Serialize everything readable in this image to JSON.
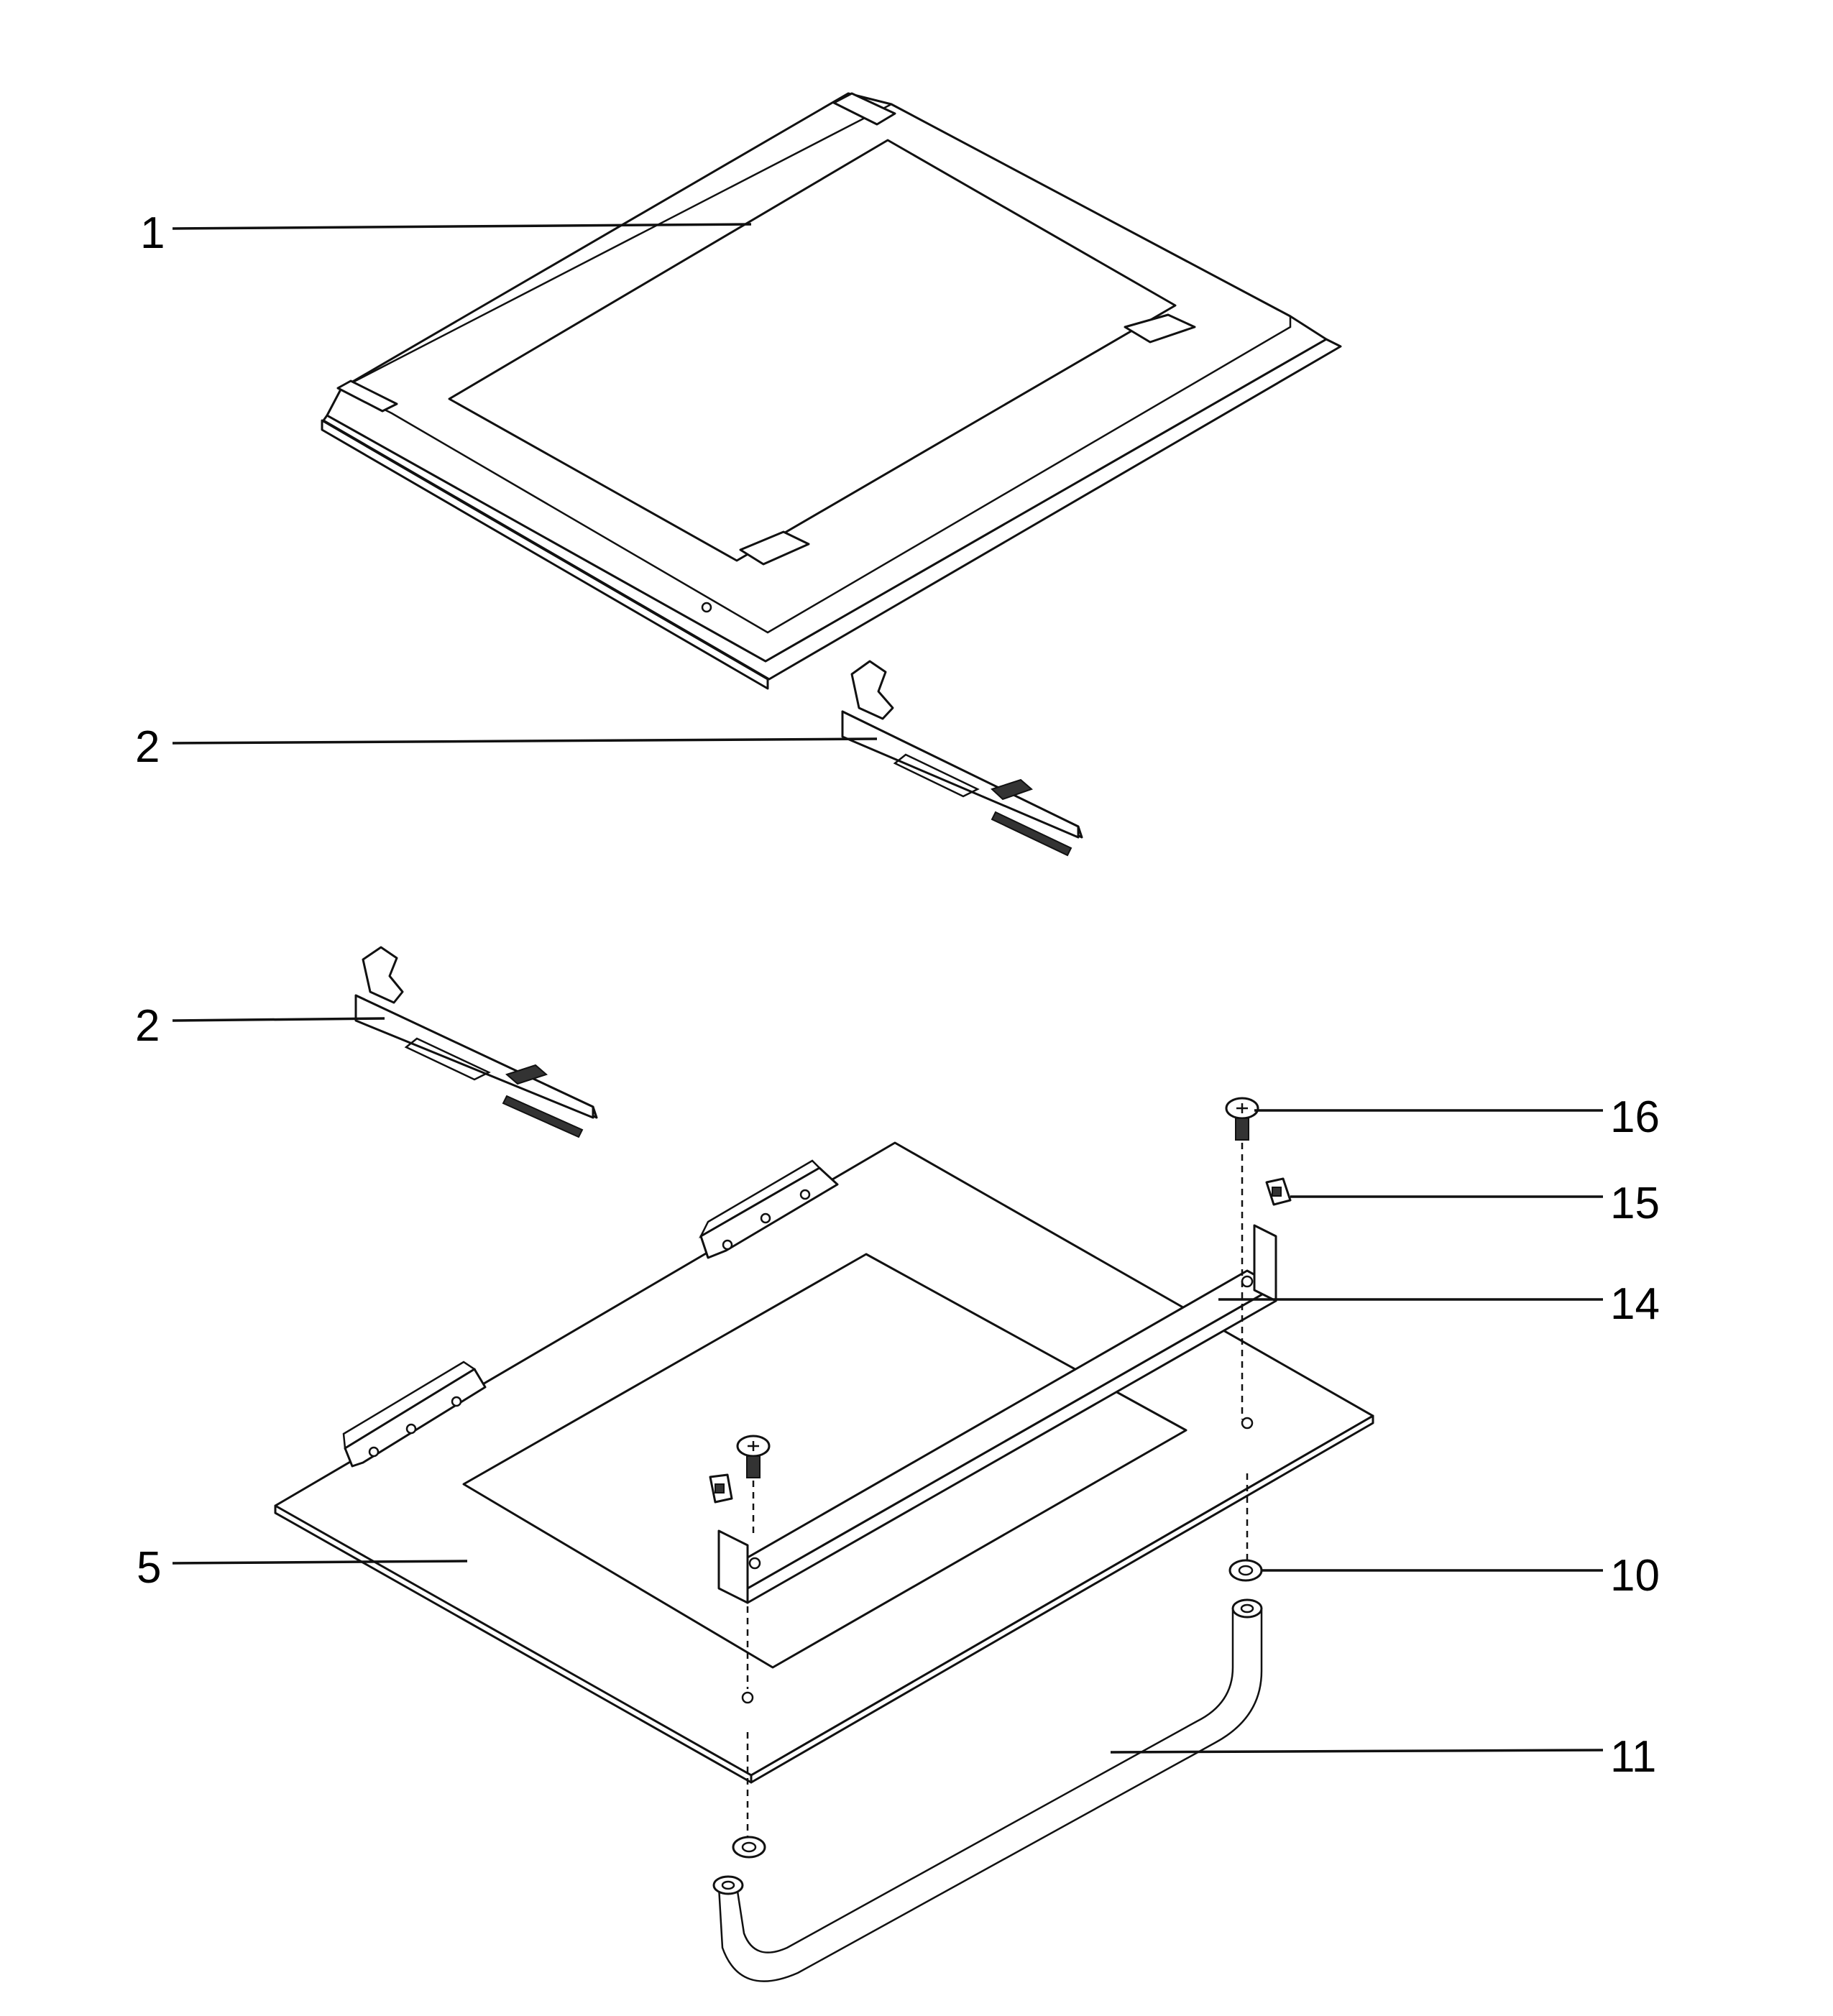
{
  "callouts": {
    "part_1": "1",
    "part_2_upper": "2",
    "part_2_lower": "2",
    "part_16": "16",
    "part_15": "15",
    "part_14": "14",
    "part_5": "5",
    "part_10": "10",
    "part_11": "11"
  }
}
